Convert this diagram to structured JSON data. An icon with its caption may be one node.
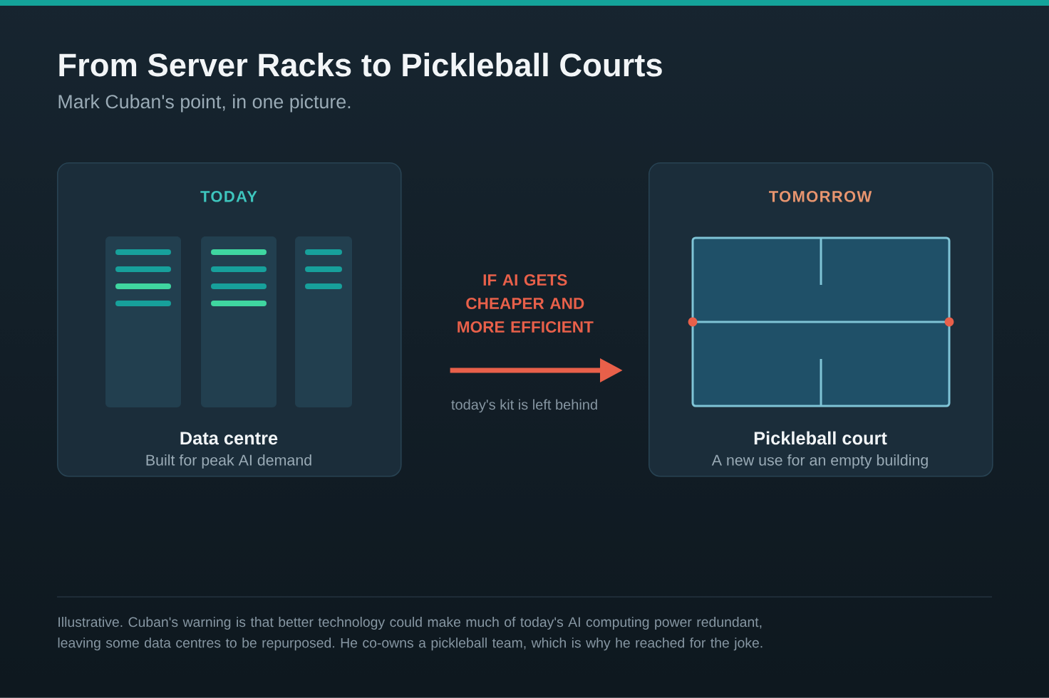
{
  "diagram": {
    "title": "From Server Racks to Pickleball Courts",
    "caption": "Illustrative. Cuban's warning is that better technology could make much of today's AI computing power redundant, leaving some data centres to be repurposed. He co-owns a pickleball team, which is why he reached for the joke.",
    "nodes": [
      {
        "text": [
          "TODAY",
          "Data centre",
          "Built for peak AI demand"
        ]
      },
      {
        "text": [
          "TOMORROW",
          "Pickleball court",
          "A new use for an empty building"
        ]
      }
    ],
    "edges": [
      {
        "from": 0,
        "to": 1,
        "arrow": "to",
        "label": "IF AI GETS CHEAPER AND MORE EFFICIENT"
      }
    ],
    "labels": [
      "Mark Cuban's point, in one picture.",
      "today's kit is left behind"
    ]
  }
}
